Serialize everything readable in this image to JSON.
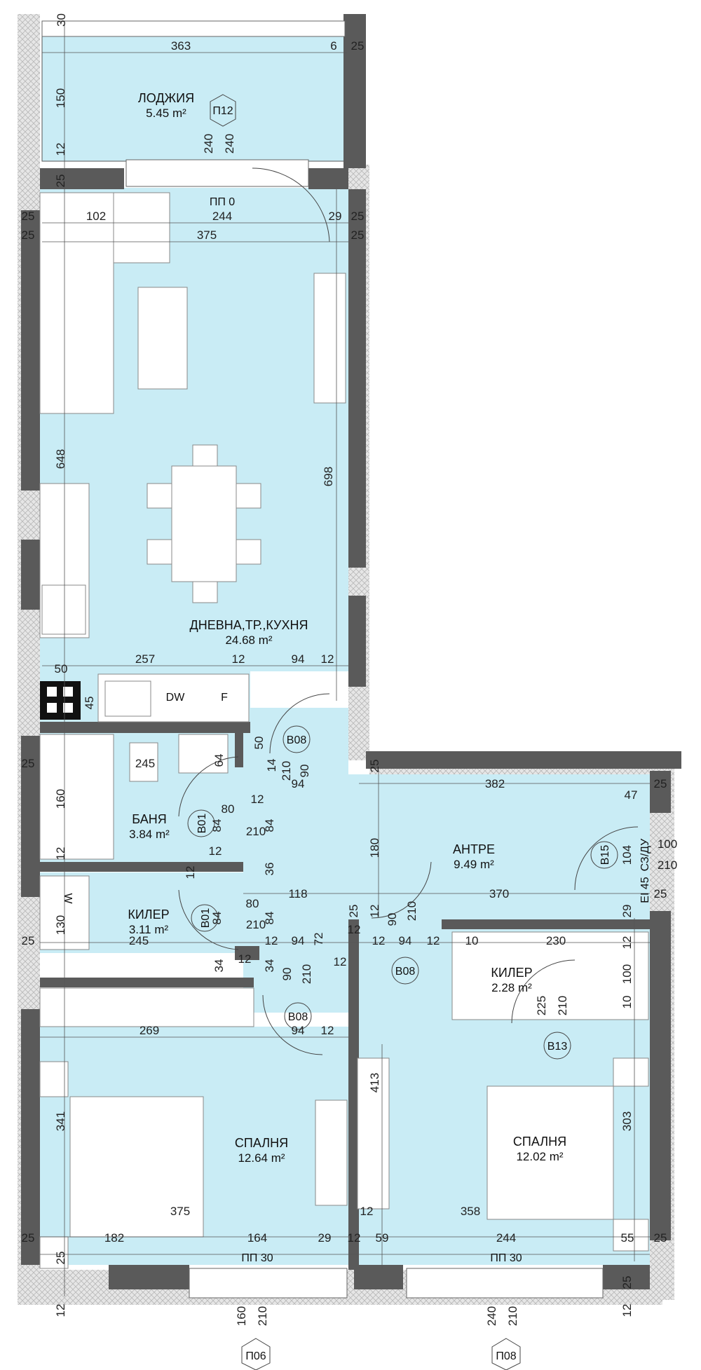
{
  "rooms": {
    "loggia": {
      "name": "ЛОДЖИЯ",
      "area": "5.45 m²"
    },
    "living": {
      "name": "ДНЕВНА,ТР.,КУХНЯ",
      "area": "24.68 m²"
    },
    "bath": {
      "name": "БАНЯ",
      "area": "3.84 m²"
    },
    "storage_left": {
      "name": "КИЛЕР",
      "area": "3.11 m²"
    },
    "hall": {
      "name": "АНТРЕ",
      "area": "9.49 m²"
    },
    "storage_right": {
      "name": "КИЛЕР",
      "area": "2.28 m²"
    },
    "bedroom_left": {
      "name": "СПАЛНЯ",
      "area": "12.64 m²"
    },
    "bedroom_right": {
      "name": "СПАЛНЯ",
      "area": "12.02 m²"
    }
  },
  "tags": {
    "p12": "П12",
    "b08": "В08",
    "b01": "В01",
    "b15": "В15",
    "b13": "В13",
    "p06": "П06",
    "p08": "П08",
    "pp0": "ПП 0",
    "pp30": "ПП 30",
    "sz_du": "СЗ/ДУ",
    "ei45": "EI 45",
    "dw": "DW",
    "f": "F",
    "w": "W"
  },
  "dimensions": [
    "30",
    "363",
    "6",
    "25",
    "150",
    "12",
    "240",
    "240",
    "25",
    "102",
    "244",
    "29",
    "25",
    "25",
    "375",
    "25",
    "25",
    "648",
    "698",
    "50",
    "257",
    "12",
    "94",
    "12",
    "45",
    "50",
    "14",
    "210",
    "90",
    "25",
    "245",
    "64",
    "94",
    "25",
    "382",
    "25",
    "160",
    "80",
    "84",
    "84",
    "210",
    "12",
    "47",
    "180",
    "104",
    "100",
    "210",
    "12",
    "12",
    "12",
    "36",
    "118",
    "370",
    "25",
    "29",
    "80",
    "84",
    "84",
    "210",
    "130",
    "25",
    "245",
    "12",
    "94",
    "72",
    "12",
    "12",
    "94",
    "12",
    "10",
    "230",
    "12",
    "90",
    "210",
    "12",
    "34",
    "12",
    "34",
    "210",
    "90",
    "12",
    "100",
    "225",
    "210",
    "10",
    "269",
    "94",
    "12",
    "413",
    "341",
    "303",
    "375",
    "12",
    "358",
    "25",
    "182",
    "164",
    "29",
    "12",
    "59",
    "244",
    "55",
    "25",
    "25",
    "12",
    "160",
    "210",
    "240",
    "210",
    "12",
    "25",
    "25"
  ],
  "colors": {
    "room_fill": "#c9ecf5",
    "wall": "#5a5a5a",
    "hatch": "#d8d8d8",
    "line": "#333333"
  }
}
